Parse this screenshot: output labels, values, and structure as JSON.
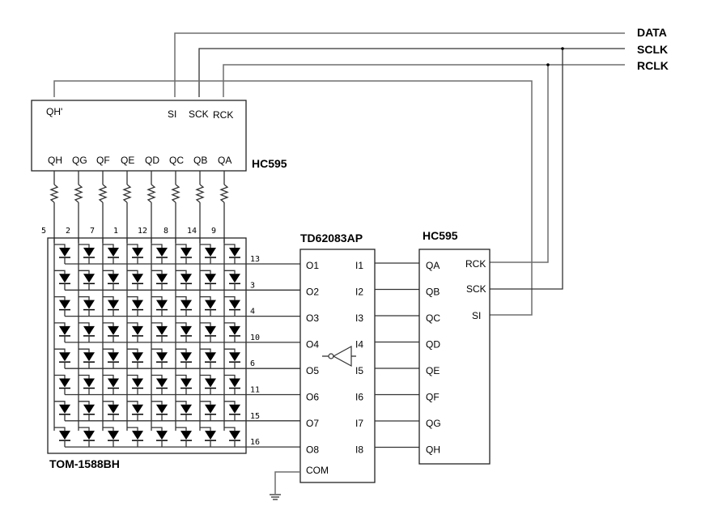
{
  "signals": {
    "data": "DATA",
    "sclk": "SCLK",
    "rclk": "RCLK"
  },
  "top_hc595": {
    "name": "HC595",
    "top_pins": [
      "QH'",
      "SI",
      "SCK",
      "RCK"
    ],
    "bottom_pins": [
      "QH",
      "QG",
      "QF",
      "QE",
      "QD",
      "QC",
      "QB",
      "QA"
    ]
  },
  "matrix": {
    "name": "TOM-1588BH",
    "column_pins": [
      "5",
      "2",
      "7",
      "1",
      "12",
      "8",
      "14",
      "9"
    ],
    "row_pins": [
      "13",
      "3",
      "4",
      "10",
      "6",
      "11",
      "15",
      "16"
    ],
    "rows": 8,
    "cols": 8
  },
  "driver": {
    "name": "TD62083AP",
    "outputs": [
      "O1",
      "O2",
      "O3",
      "O4",
      "O5",
      "O6",
      "O7",
      "O8"
    ],
    "inputs": [
      "I1",
      "I2",
      "I3",
      "I4",
      "I5",
      "I6",
      "I7",
      "I8"
    ],
    "com": "COM"
  },
  "right_hc595": {
    "name": "HC595",
    "outputs": [
      "QA",
      "QB",
      "QC",
      "QD",
      "QE",
      "QF",
      "QG",
      "QH"
    ],
    "control_pins": [
      "RCK",
      "SCK",
      "SI"
    ]
  }
}
